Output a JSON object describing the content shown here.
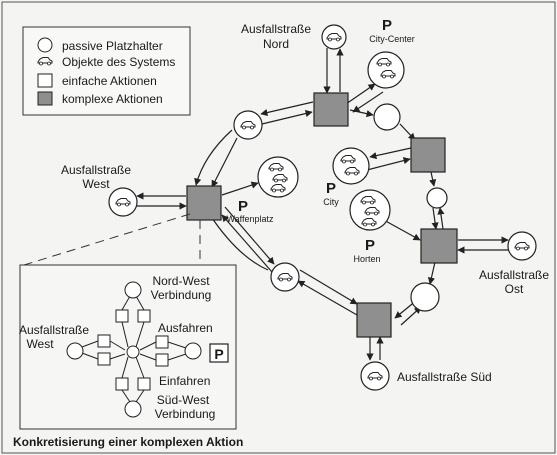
{
  "legend": {
    "passive": "passive Platzhalter",
    "objects": "Objekte des Systems",
    "simple": "einfache Aktionen",
    "complex": "komplexe Aktionen"
  },
  "labels": {
    "nord_1": "Ausfallstraße",
    "nord_2": "Nord",
    "citycenter_p": "P",
    "citycenter": "City-Center",
    "west_1": "Ausfallstraße",
    "west_2": "West",
    "waffen_p": "P",
    "waffenplatz": "Waffenplatz",
    "city_p": "P",
    "city": "City",
    "horten_p": "P",
    "horten": "Horten",
    "ost_1": "Ausfallstraße",
    "ost_2": "Ost",
    "sued": "Ausfallstraße Süd"
  },
  "inset": {
    "nordwest_1": "Nord-West",
    "nordwest_2": "Verbindung",
    "west_1": "Ausfallstraße",
    "west_2": "West",
    "ausfahren": "Ausfahren",
    "einfahren": "Einfahren",
    "suedwest_1": "Süd-West",
    "suedwest_2": "Verbindung",
    "p": "P",
    "caption": "Konkretisierung einer komplexen Aktion"
  },
  "colors": {
    "complex_fill": "#8f8f8f",
    "line": "#222222",
    "background": "#f4f4f2"
  }
}
